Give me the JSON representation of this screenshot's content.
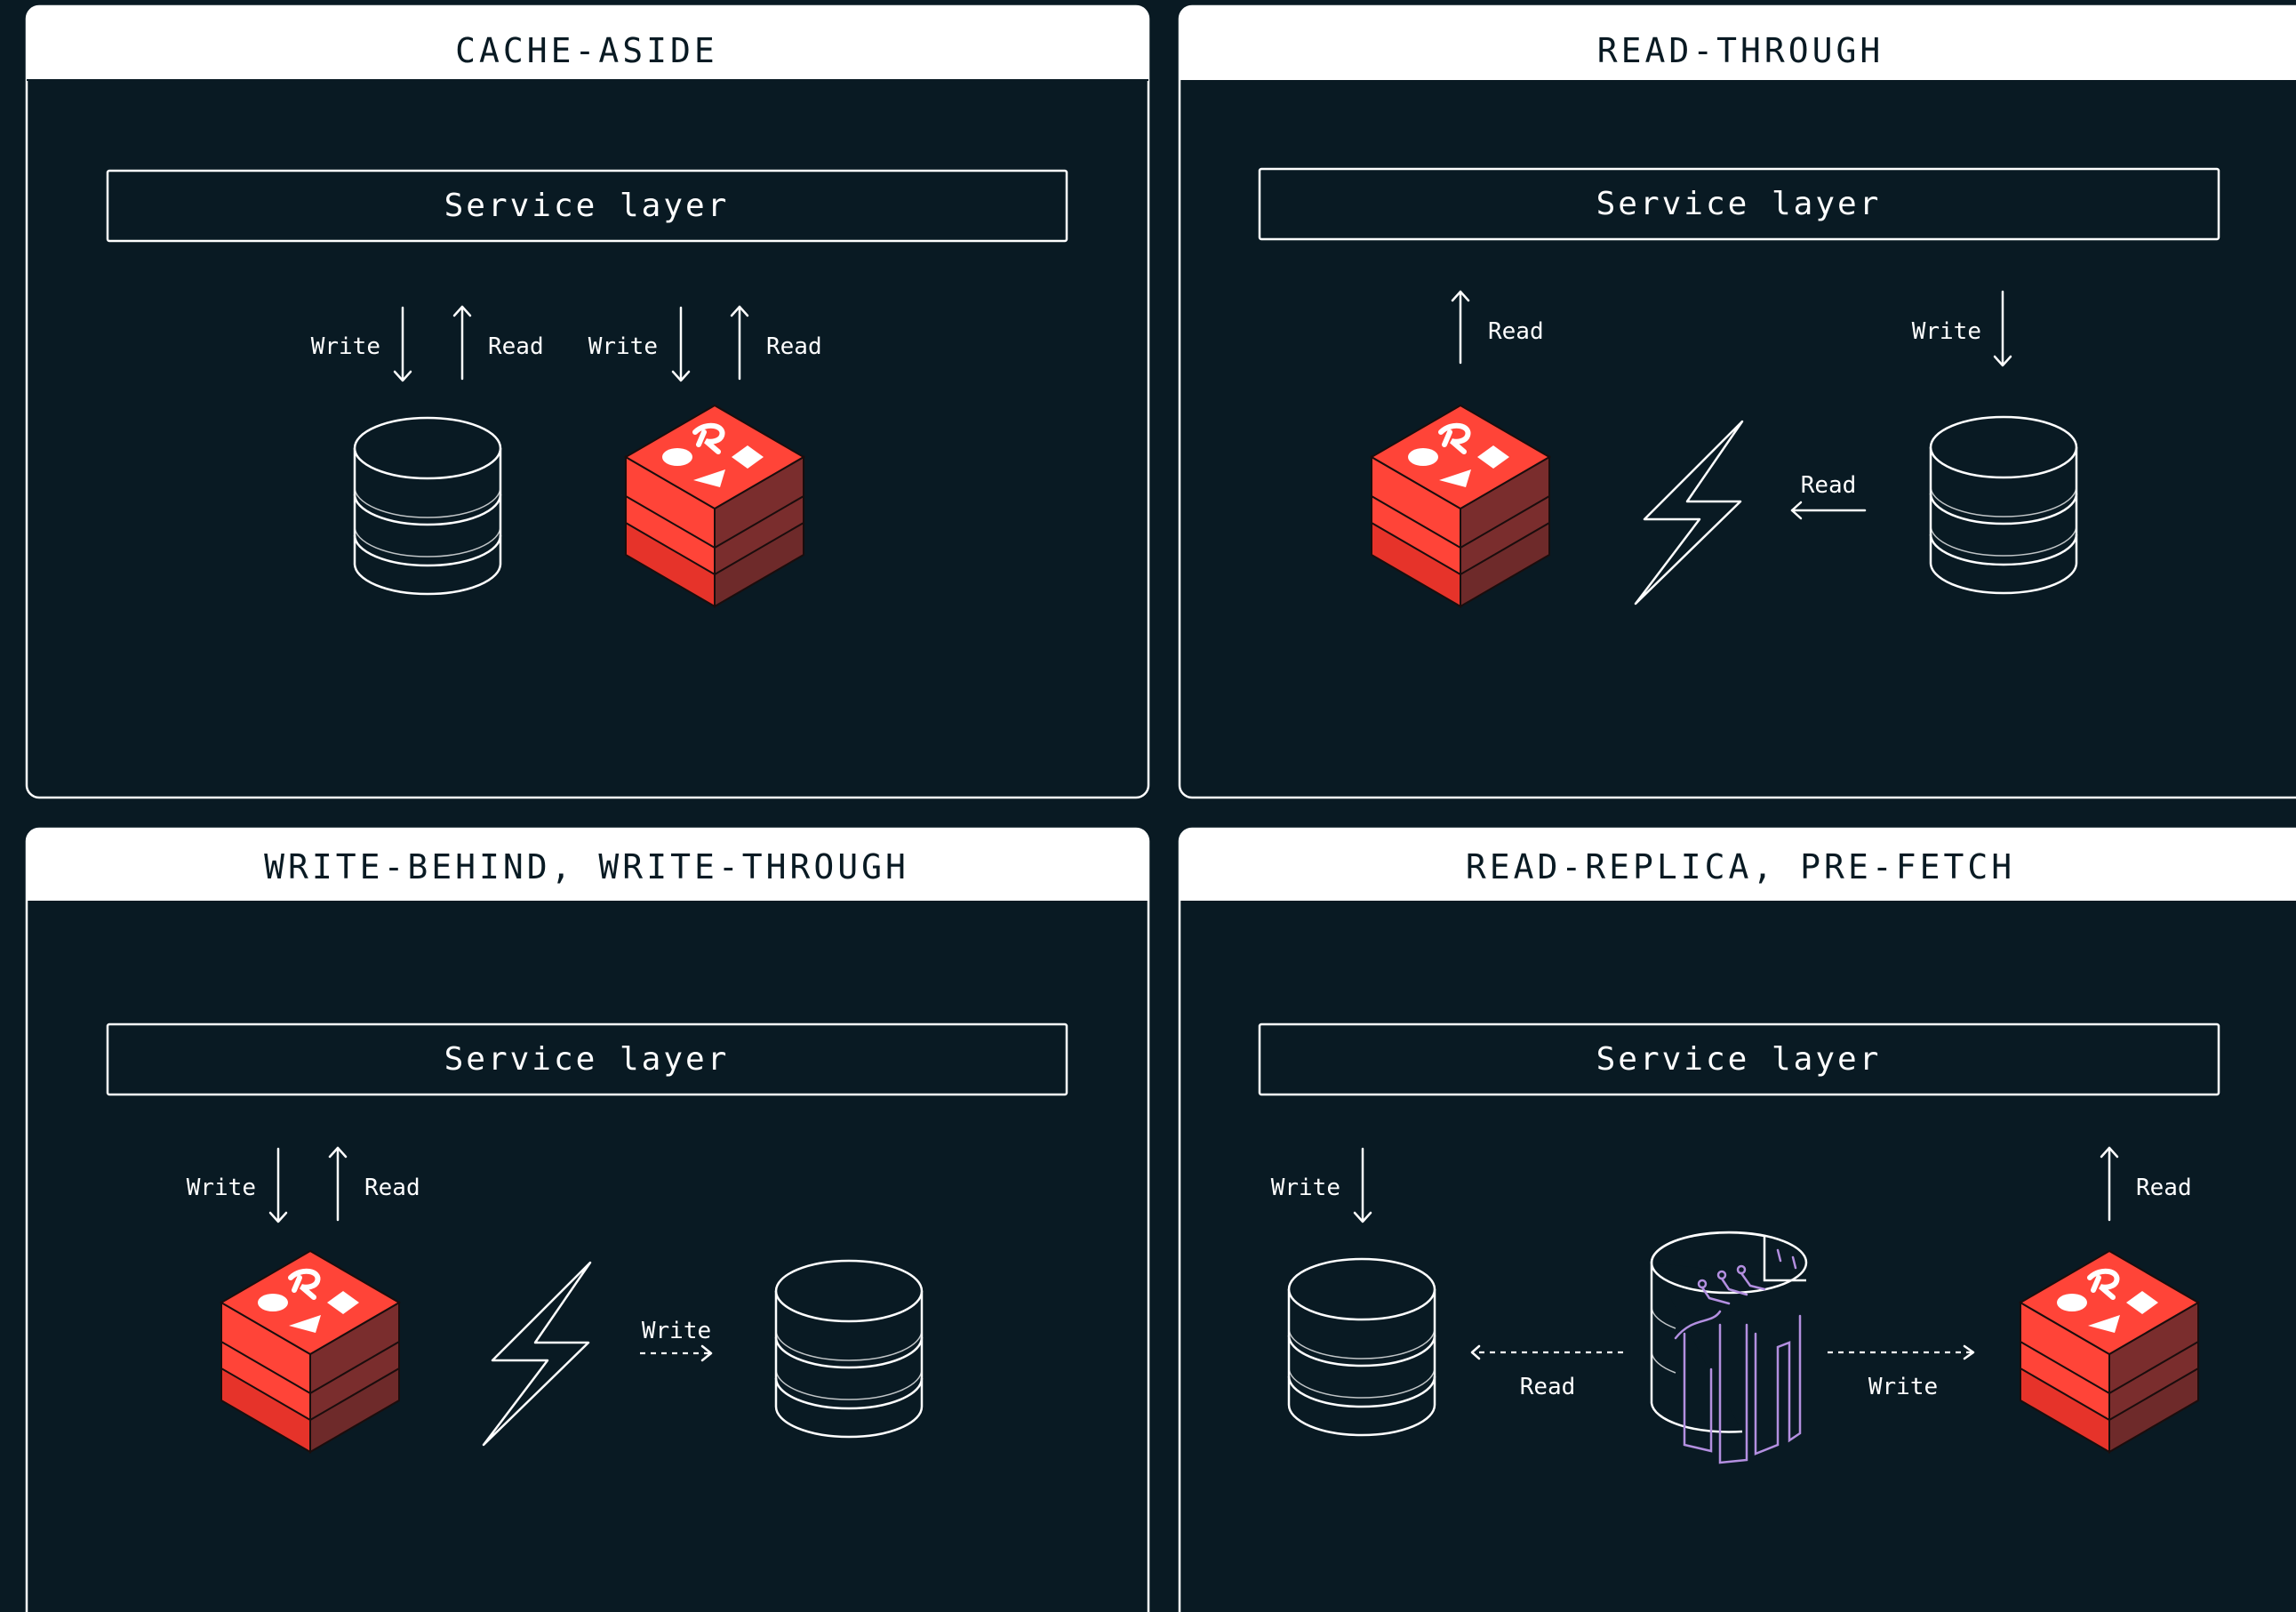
{
  "colors": {
    "background": "#091a23",
    "panel_header": "#ffffff",
    "redis_red_top": "#ff4438",
    "redis_red_left": "#e6332a",
    "redis_red_right": "#6e2a2a",
    "accent_purple": "#b38fe0"
  },
  "panels": [
    {
      "title": "CACHE-ASIDE",
      "service_label": "Service layer",
      "labels": {
        "write_a": "Write",
        "read_a": "Read",
        "write_b": "Write",
        "read_b": "Read"
      },
      "icons": [
        "database-icon",
        "redis-cache-icon"
      ]
    },
    {
      "title": "READ-THROUGH",
      "service_label": "Service layer",
      "labels": {
        "read_up": "Read",
        "write_down": "Write",
        "read_flow": "Read"
      },
      "icons": [
        "redis-cache-icon",
        "lightning-icon",
        "database-icon"
      ]
    },
    {
      "title": "WRITE-BEHIND, WRITE-THROUGH",
      "service_label": "Service layer",
      "labels": {
        "write_down": "Write",
        "read_up": "Read",
        "write_flow": "Write"
      },
      "icons": [
        "redis-cache-icon",
        "lightning-icon",
        "database-icon"
      ]
    },
    {
      "title": "READ-REPLICA, PRE-FETCH",
      "service_label": "Service layer",
      "labels": {
        "write_down": "Write",
        "read_up": "Read",
        "read_flow": "Read",
        "write_flow": "Write"
      },
      "icons": [
        "database-icon",
        "connector-engine-icon",
        "redis-cache-icon"
      ]
    }
  ]
}
